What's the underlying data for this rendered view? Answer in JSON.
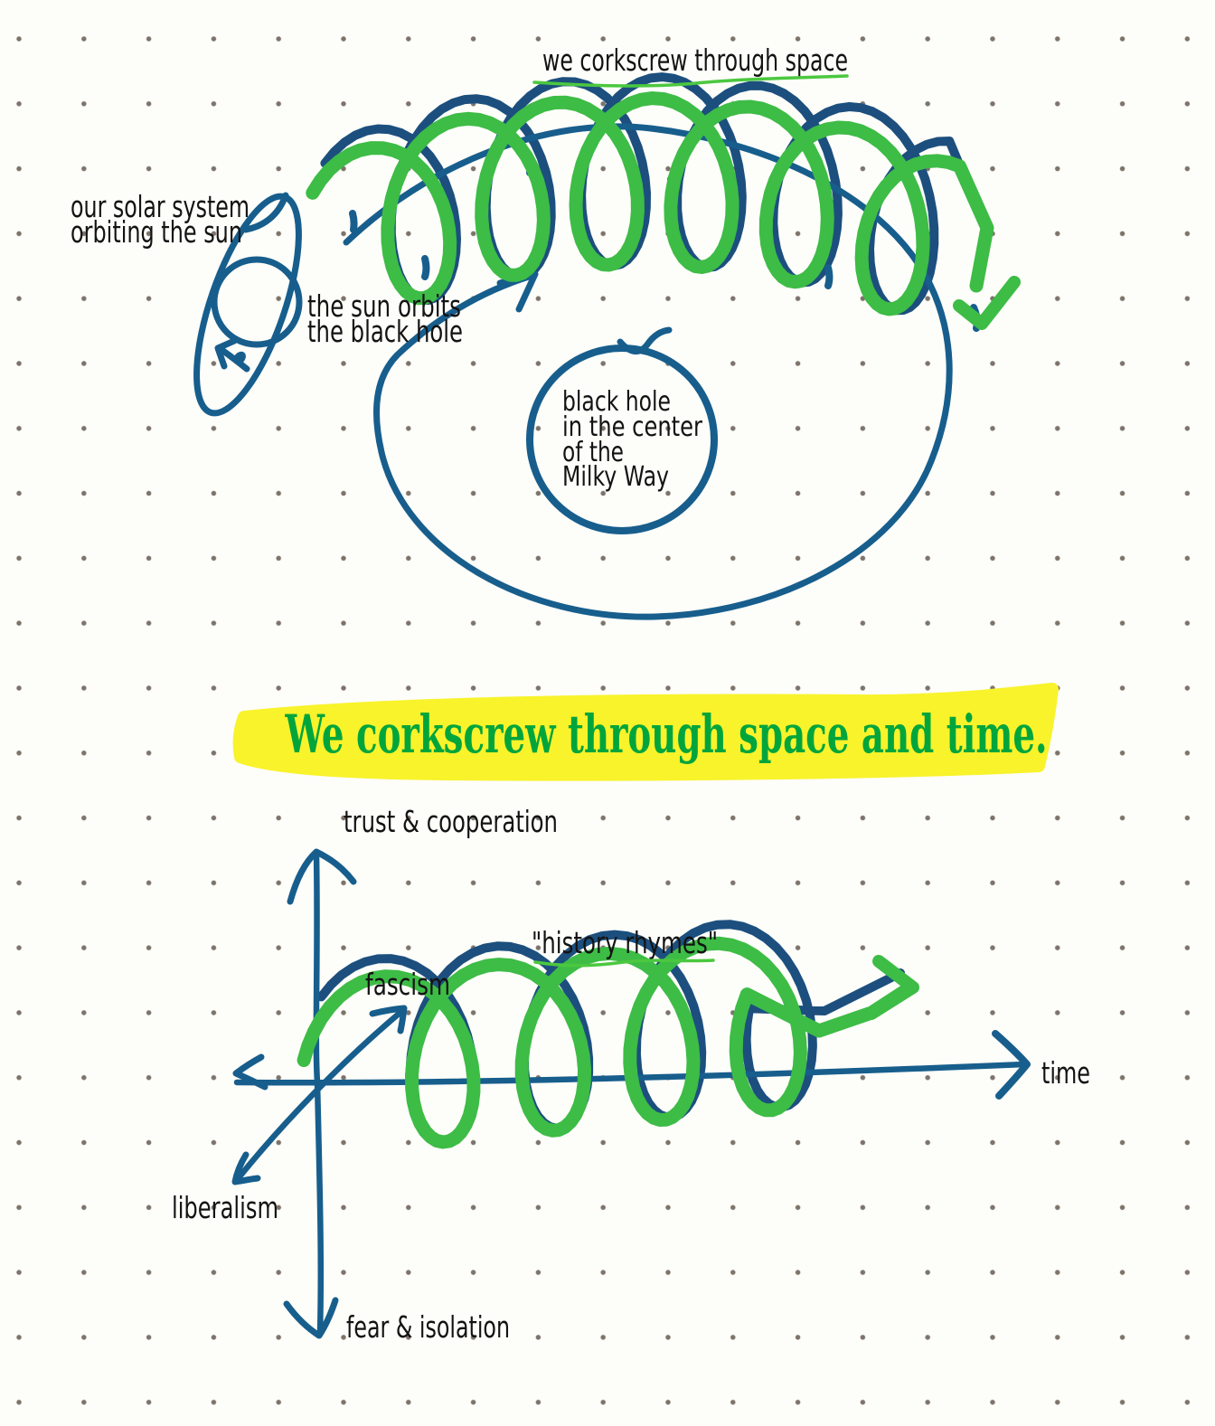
{
  "palette": {
    "pen_blue": "#175e8d",
    "pen_under": "#1c4f7e",
    "marker_green": "#3dbc46",
    "underline_green": "#4bc83f",
    "highlight_yellow": "#f8f32b",
    "banner_green": "#00a53c",
    "ink_black": "#131313",
    "paper": "#fdfdf9",
    "dot": "#7c736b"
  },
  "top_diagram": {
    "caption": "we corkscrew through space",
    "solar_system_label": [
      "our solar system",
      "orbiting the sun"
    ],
    "sun_orbit_label": [
      "the sun orbits",
      "the black hole"
    ],
    "black_hole_label": [
      "black hole",
      "in the center",
      "of the",
      "Milky Way"
    ]
  },
  "banner": {
    "text": "We corkscrew through space and time."
  },
  "bottom_diagram": {
    "caption": "\"history rhymes\"",
    "y_axis_top": "trust & cooperation",
    "y_axis_bottom": "fear & isolation",
    "x_axis": "time",
    "diag_axis_bottom": "liberalism",
    "diag_axis_top": "fascism"
  }
}
